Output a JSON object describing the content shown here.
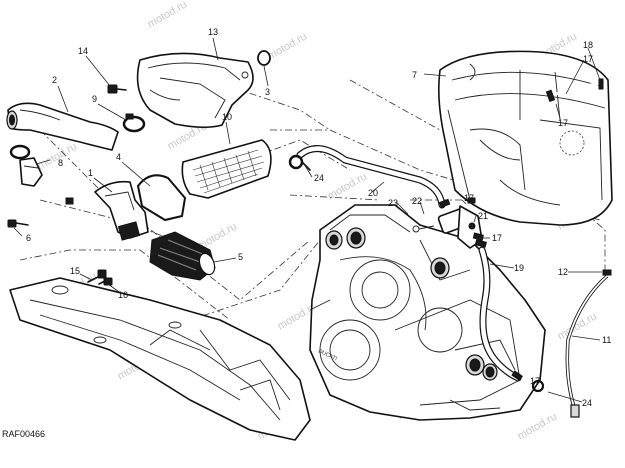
{
  "diagram": {
    "code": "RAF00466",
    "watermark": "motod.ru",
    "callouts": [
      "1",
      "2",
      "3",
      "4",
      "5",
      "6",
      "7",
      "8",
      "9",
      "10",
      "11",
      "12",
      "13",
      "14",
      "15",
      "16",
      "17",
      "18",
      "19",
      "20",
      "21",
      "22",
      "23",
      "24"
    ]
  },
  "labels": {
    "c1": "1",
    "c2": "2",
    "c3": "3",
    "c4": "4",
    "c5": "5",
    "c6": "6",
    "c7": "7",
    "c8": "8",
    "c9": "9",
    "c10": "10",
    "c11": "11",
    "c12": "12",
    "c13": "13",
    "c14": "14",
    "c15": "15",
    "c16": "16",
    "c17a": "17",
    "c17b": "17",
    "c17c": "17",
    "c17d": "17",
    "c17e": "17",
    "c18": "18",
    "c19": "19",
    "c20": "20",
    "c21": "21",
    "c22": "22",
    "c23": "23",
    "c24a": "24",
    "c24b": "24"
  }
}
